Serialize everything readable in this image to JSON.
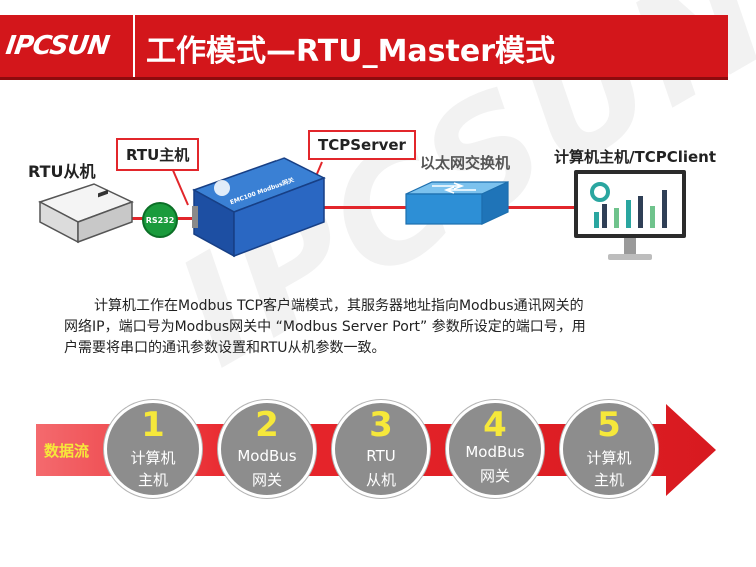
{
  "header": {
    "logo": "IPCSUN",
    "title": "工作模式—RTU_Master模式"
  },
  "watermark": "IPCSUN",
  "diagram": {
    "rtu_slave_label": "RTU从机",
    "rtu_master_label": "RTU主机",
    "tcp_server_label": "TCPServer",
    "switch_label": "以太网交换机",
    "client_label": "计算机主机/TCPClient",
    "rs232_label": "RS232",
    "gateway_text": "EMC100 Modbus网关"
  },
  "description": [
    "计算机工作在Modbus TCP客户端模式，其服务器地址指向Modbus通讯网关的",
    "网络IP，端口号为Modbus网关中 “Modbus Server Port” 参数所设定的端口号，用",
    "户需要将串口的通讯参数设置和RTU从机参数一致。"
  ],
  "flow": {
    "label": "数据流",
    "steps": [
      {
        "num": "1",
        "line1": "计算机",
        "line2": "主机"
      },
      {
        "num": "2",
        "line1": "ModBus",
        "line2": "网关"
      },
      {
        "num": "3",
        "line1": "RTU",
        "line2": "从机"
      },
      {
        "num": "4",
        "line1": "ModBus",
        "line2": "网关"
      },
      {
        "num": "5",
        "line1": "计算机",
        "line2": "主机"
      }
    ]
  },
  "colors": {
    "brand_red": "#d3161b",
    "arrow_red": "#e8262c",
    "step_gray": "#8d8d8d",
    "number_yellow": "#f6e83a",
    "switch_blue": "#2d8fd6",
    "gateway_blue": "#1f5fb8",
    "rs232_green": "#1a9b3c"
  }
}
